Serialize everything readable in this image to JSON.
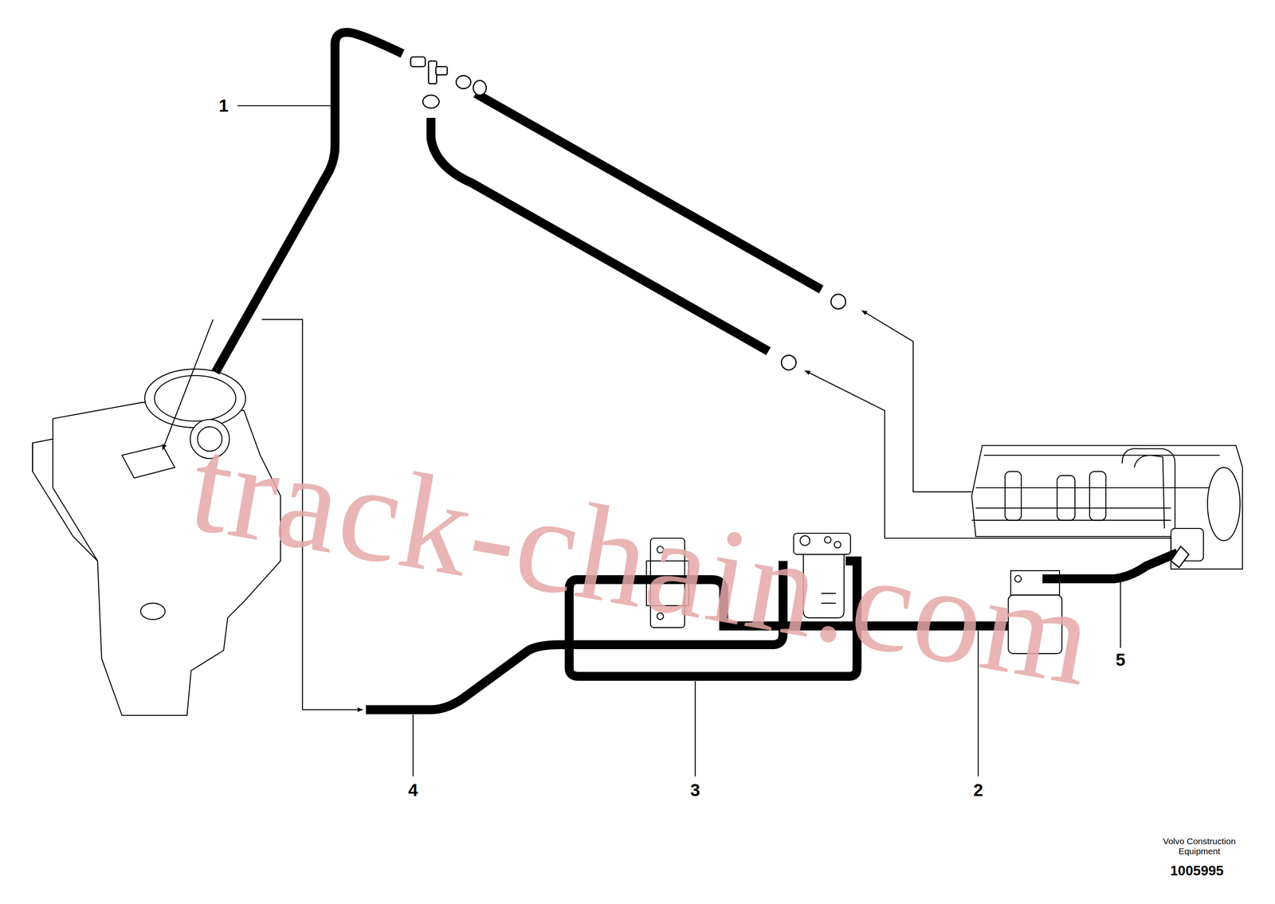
{
  "diagram": {
    "labels": [
      "1",
      "2",
      "3",
      "4",
      "5",
      "Volvo Construction Equipment",
      "1005995",
      "track-chain.com"
    ]
  }
}
